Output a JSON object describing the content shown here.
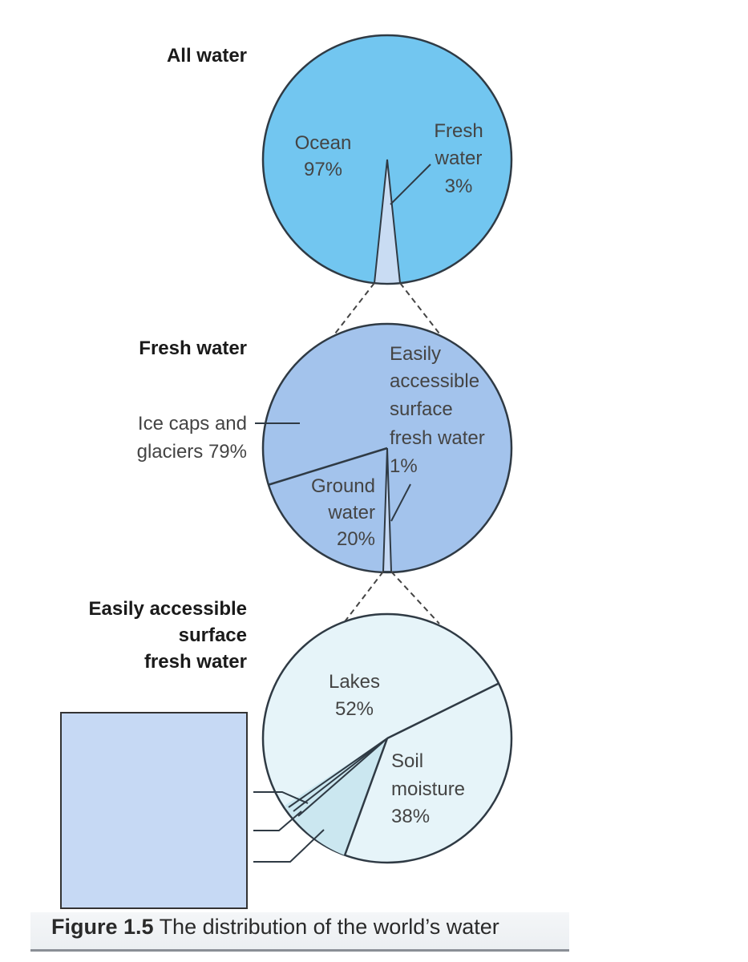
{
  "caption": {
    "number": "Figure 1.5",
    "text": "The distribution of the world’s water"
  },
  "colors": {
    "ocean": "#72c6f0",
    "fresh_water_slice": "#c9dcf3",
    "fresh_water_pie": "#a3c3ec",
    "surface_pie": "#e6f4f9",
    "surface_small_slice": "#cbe7f0",
    "inset_box": "#c6d9f4",
    "outline": "#2f3a44"
  },
  "chart_data": [
    {
      "type": "pie",
      "title": "All water",
      "slices": [
        {
          "label": "Ocean",
          "value": 97,
          "display": "97%"
        },
        {
          "label": "Fresh water",
          "value": 3,
          "display": "3%"
        }
      ]
    },
    {
      "type": "pie",
      "title": "Fresh water",
      "slices": [
        {
          "label": "Ice caps and glaciers",
          "value": 79,
          "display": "79%"
        },
        {
          "label": "Ground water",
          "value": 20,
          "display": "20%"
        },
        {
          "label": "Easily accessible surface fresh water",
          "value": 1,
          "display": "1%"
        }
      ]
    },
    {
      "type": "pie",
      "title": "Easily accessible surface fresh water",
      "slices": [
        {
          "label": "Lakes",
          "value": 52,
          "display": "52%"
        },
        {
          "label": "Soil moisture",
          "value": 38,
          "display": "38%"
        }
      ],
      "unlabeled_small_slices": 3
    }
  ],
  "text": {
    "pie1_title": "All water",
    "pie1_ocean_1": "Ocean",
    "pie1_ocean_2": "97%",
    "pie1_fresh_1": "Fresh",
    "pie1_fresh_2": "water",
    "pie1_fresh_3": "3%",
    "pie2_title": "Fresh water",
    "pie2_ice_1": "Ice caps and",
    "pie2_ice_2": "glaciers 79%",
    "pie2_ground_1": "Ground",
    "pie2_ground_2": "water",
    "pie2_ground_3": "20%",
    "pie2_surface_1": "Easily",
    "pie2_surface_2": "accessible",
    "pie2_surface_3": "surface",
    "pie2_surface_4": "fresh water",
    "pie2_surface_5": "1%",
    "pie3_title_1": "Easily accessible",
    "pie3_title_2": "surface",
    "pie3_title_3": "fresh water",
    "pie3_lakes_1": "Lakes",
    "pie3_lakes_2": "52%",
    "pie3_soil_1": "Soil",
    "pie3_soil_2": "moisture",
    "pie3_soil_3": "38%"
  }
}
